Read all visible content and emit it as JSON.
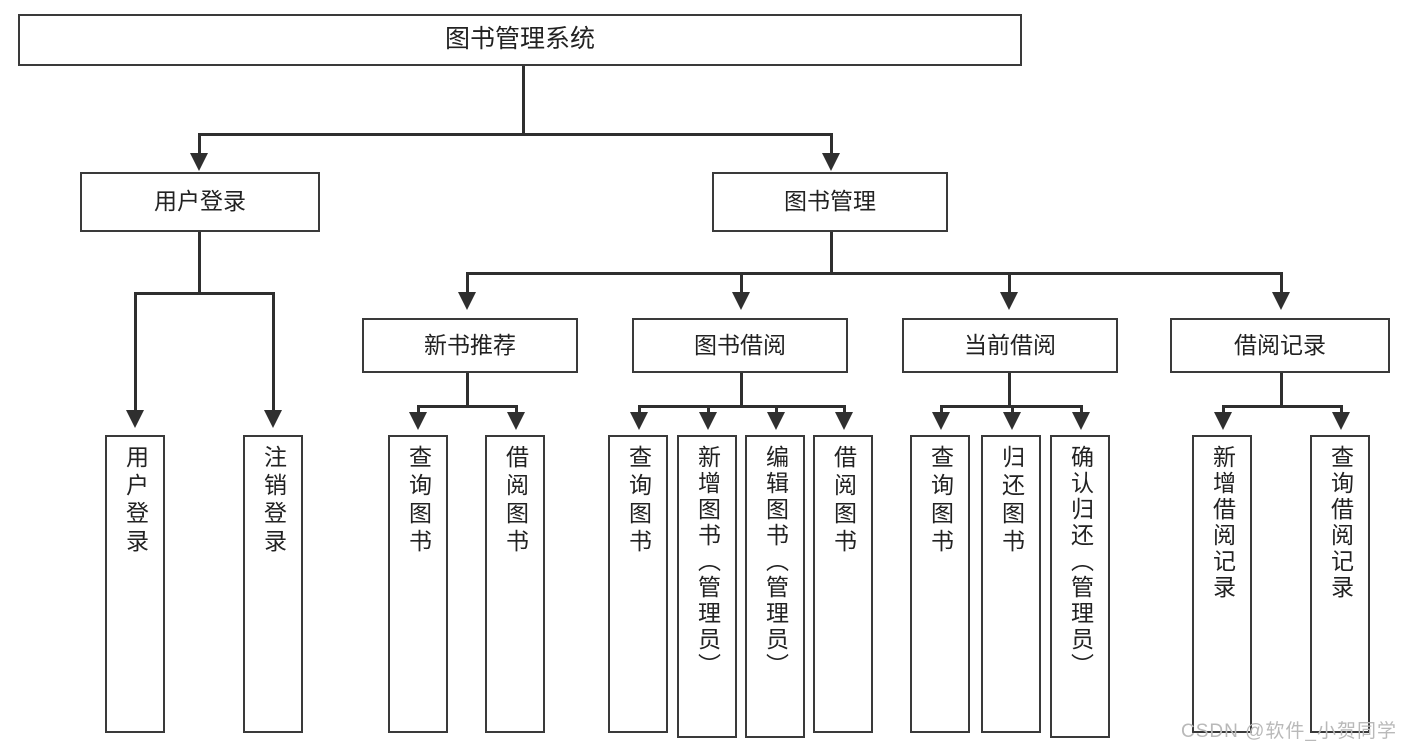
{
  "diagram": {
    "title": "图书管理系统",
    "root": {
      "label": "图书管理系统"
    },
    "level2": [
      {
        "label": "用户登录"
      },
      {
        "label": "图书管理"
      }
    ],
    "level3": [
      {
        "label": "新书推荐"
      },
      {
        "label": "图书借阅"
      },
      {
        "label": "当前借阅"
      },
      {
        "label": "借阅记录"
      }
    ],
    "leaves": [
      {
        "label": "用户登录"
      },
      {
        "label": "注销登录"
      },
      {
        "label": "查询图书"
      },
      {
        "label": "借阅图书"
      },
      {
        "label": "查询图书"
      },
      {
        "label": "新增图书（管理员）"
      },
      {
        "label": "编辑图书（管理员）"
      },
      {
        "label": "借阅图书"
      },
      {
        "label": "查询图书"
      },
      {
        "label": "归还图书"
      },
      {
        "label": "确认归还（管理员）"
      },
      {
        "label": "新增借阅记录"
      },
      {
        "label": "查询借阅记录"
      }
    ]
  },
  "watermark": {
    "text": "CSDN @软件_小贺同学"
  },
  "colors": {
    "box_border": "#3a3a3a",
    "connector": "#2f2f2f",
    "background": "#ffffff",
    "text": "#222222",
    "watermark": "#b9b9b9"
  }
}
